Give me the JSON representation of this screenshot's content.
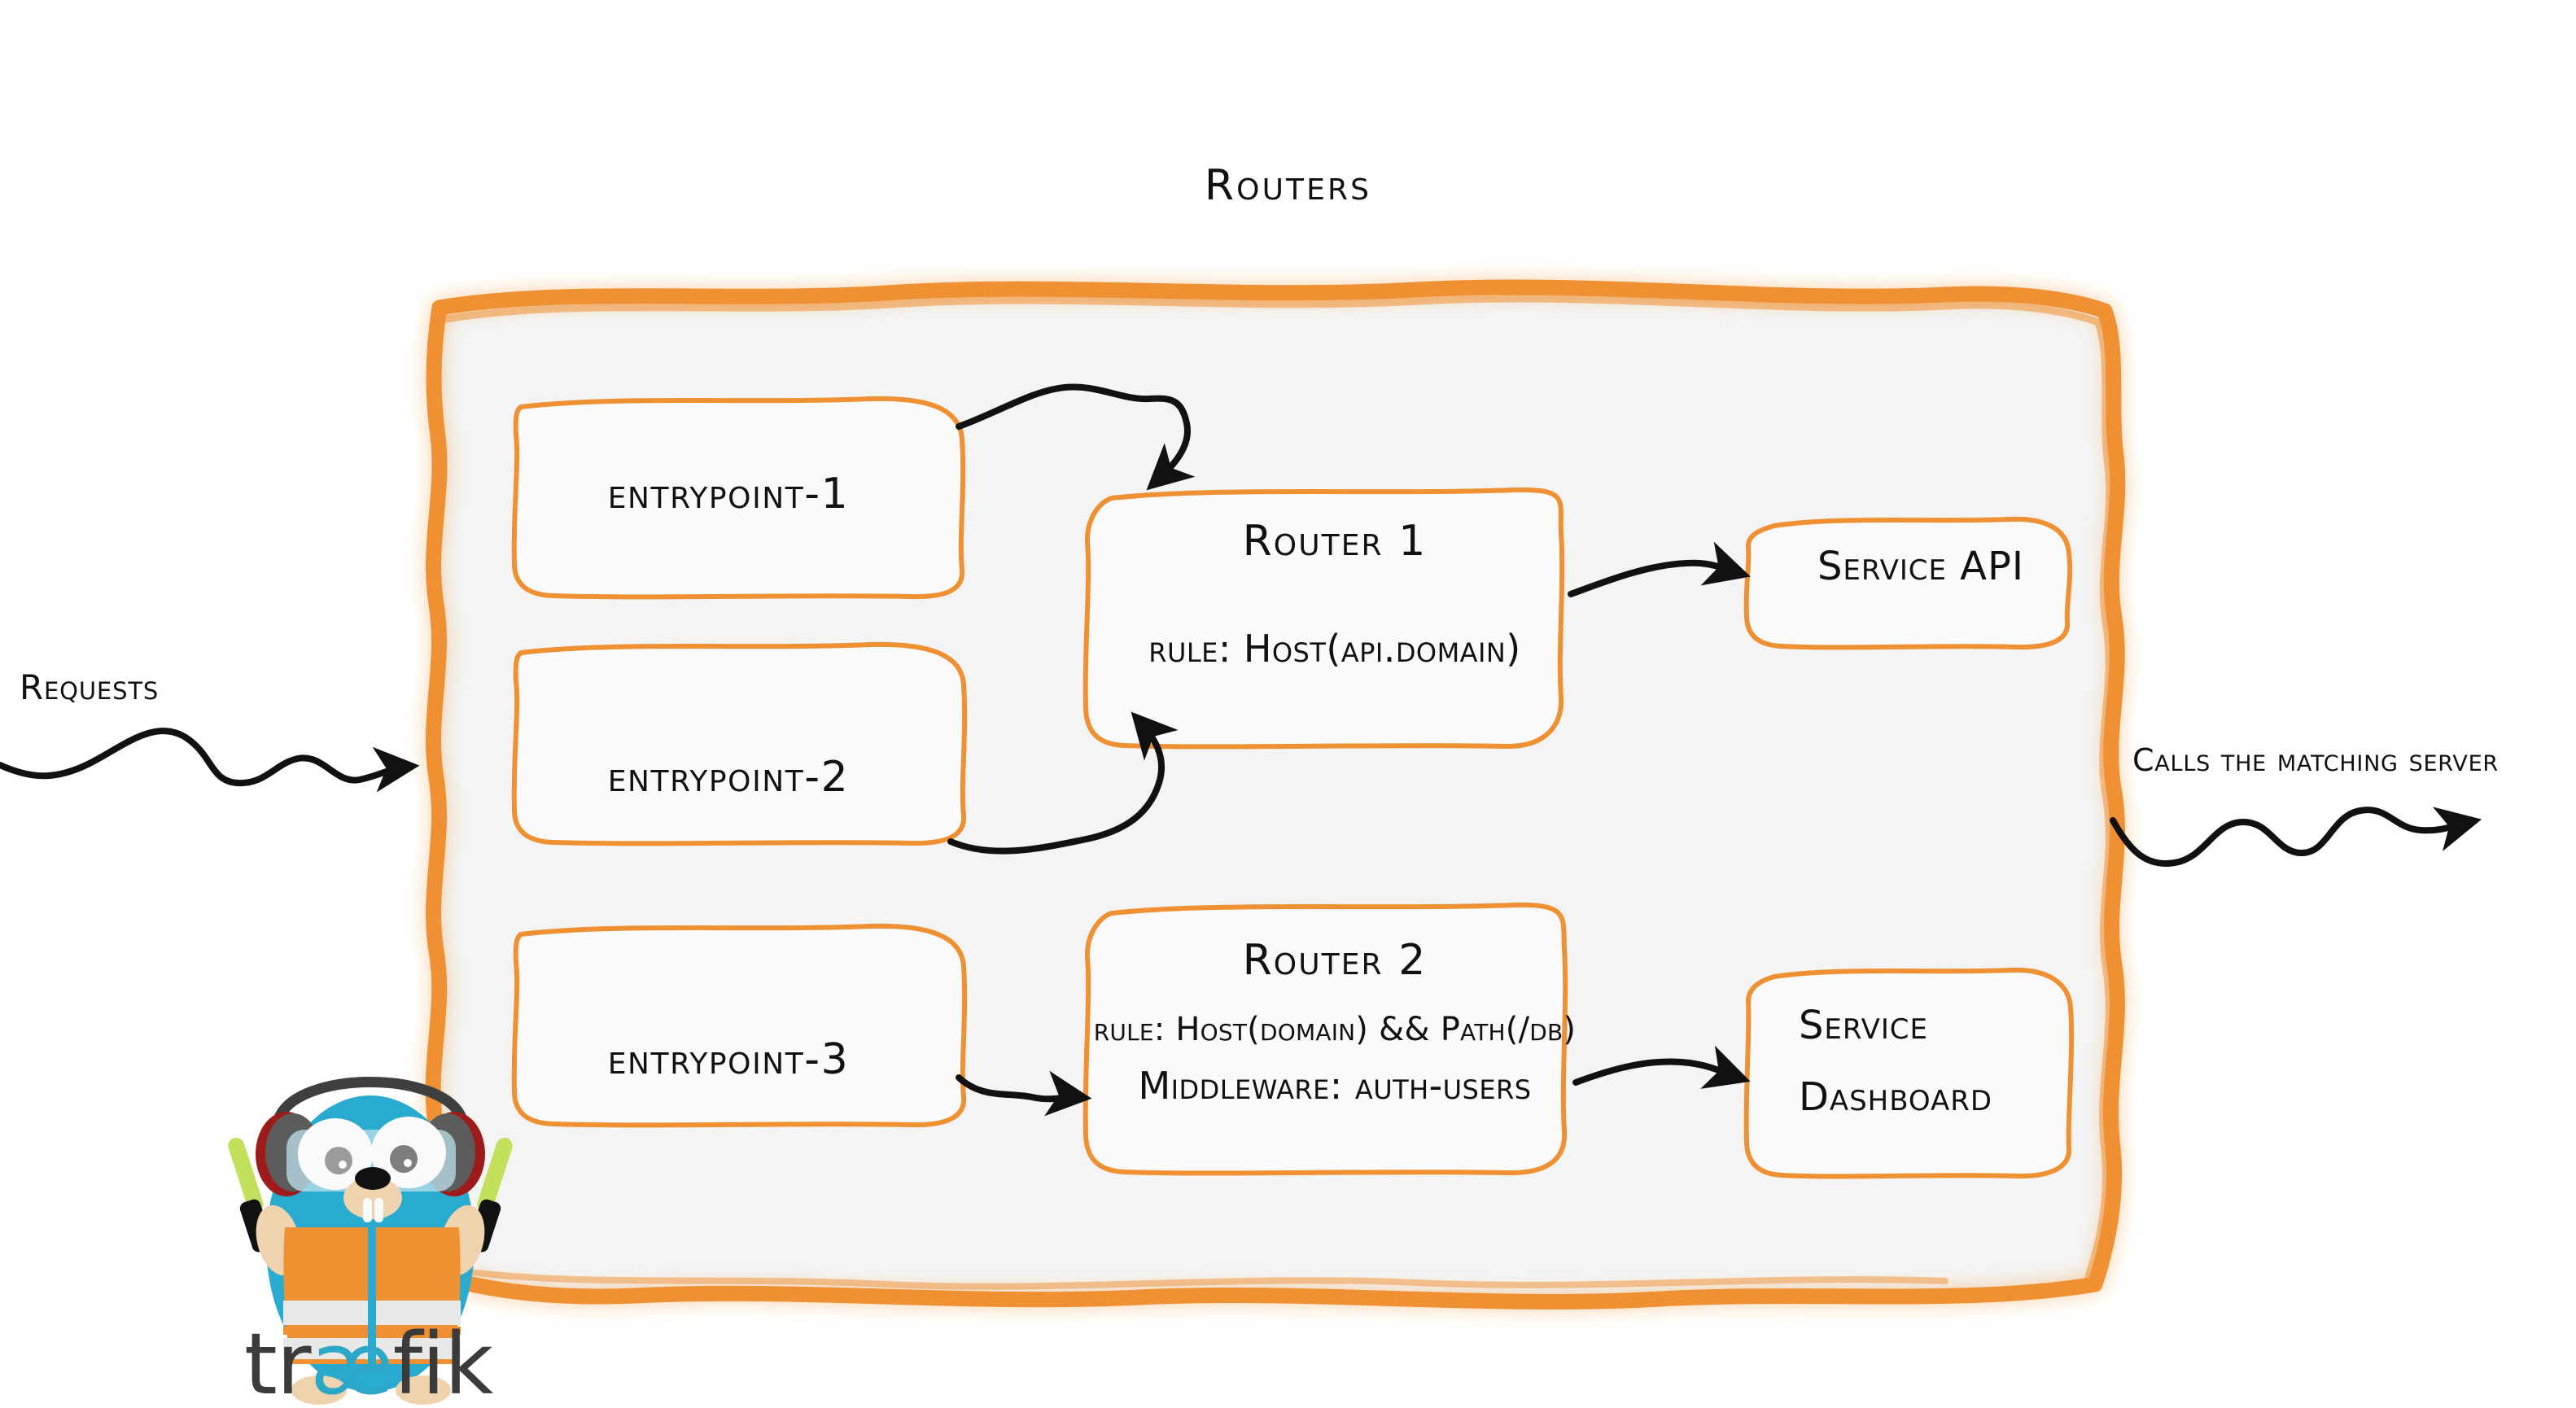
{
  "title": "Routers",
  "colors": {
    "accent_orange": "#EF9033",
    "panel_fill": "#F4F4F4",
    "box_fill": "#FAFAFA",
    "box_stroke": "#EF9033",
    "arrow": "#111111",
    "text": "#111111",
    "gopher_body": "#29ABCF",
    "gopher_vest": "#EF9033",
    "logo_dark": "#3B3B3B",
    "logo_cyan": "#2DA7C8"
  },
  "entrypoints": [
    {
      "label": "entrypoint-1"
    },
    {
      "label": "entrypoint-2"
    },
    {
      "label": "entrypoint-3"
    }
  ],
  "routers": [
    {
      "name": "Router 1",
      "rule": "rule: Host(api.domain)"
    },
    {
      "name": "Router 2",
      "rule": "rule: Host(domain) && Path(/db)",
      "middleware": "Middleware: auth-users"
    }
  ],
  "services": [
    {
      "label": "Service API"
    },
    {
      "label_line1": "Service",
      "label_line2": "Dashboard"
    }
  ],
  "edges": {
    "incoming_label": "Requests",
    "outgoing_label": "Calls the matching server"
  },
  "logo": {
    "wordmark_part1": "tr",
    "wordmark_part2": "æ",
    "wordmark_part3": "fik",
    "mascot": "traefik-gopher-mascot"
  }
}
